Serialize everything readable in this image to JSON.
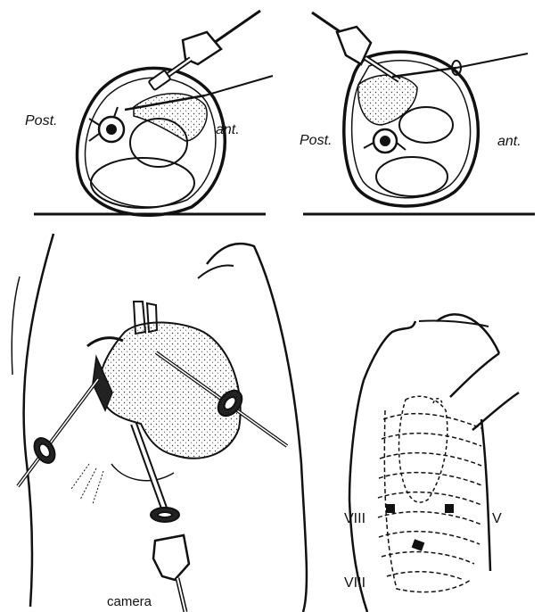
{
  "panels": {
    "top_left": {
      "post_label": "Post.",
      "ant_label": "ant."
    },
    "top_right": {
      "post_label": "Post.",
      "ant_label": "ant."
    },
    "bottom_left": {
      "camera_label": "camera"
    },
    "bottom_right": {
      "rib_label_upper": "VIII",
      "rib_label_lower": "VIII",
      "rib_label_right": "V"
    }
  }
}
